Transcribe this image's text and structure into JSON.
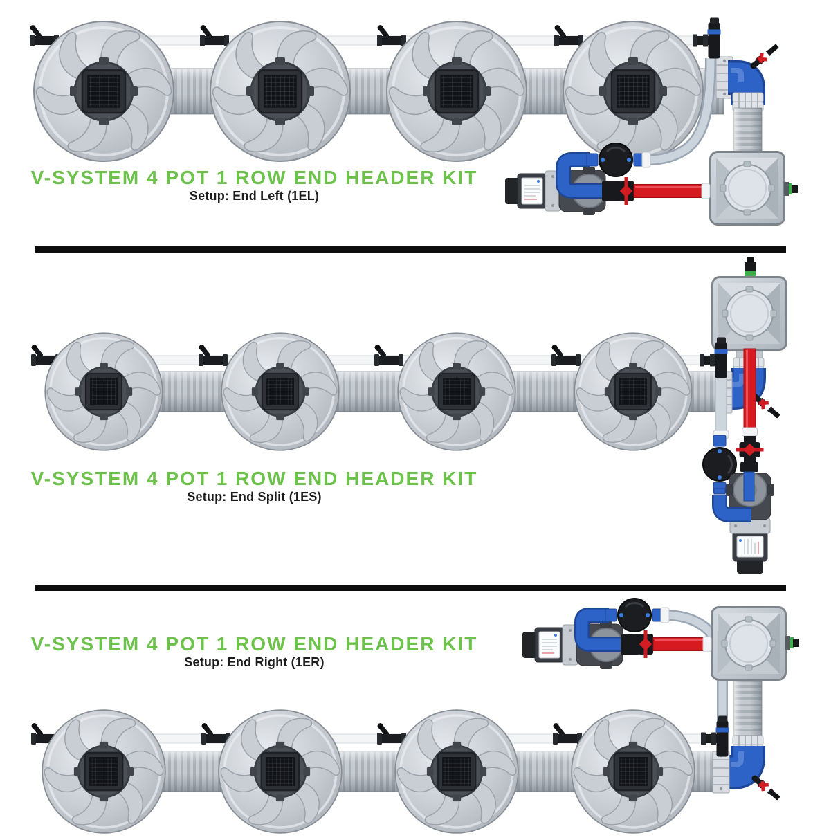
{
  "product": {
    "name": "V-SYSTEM 4 POT 1 ROW END HEADER KIT",
    "pot_count": 4,
    "row_count": 1,
    "kit_type": "END HEADER KIT"
  },
  "sections": [
    {
      "title": "V-SYSTEM 4 POT 1 ROW END HEADER KIT",
      "subtitle": "Setup: End Left (1EL)",
      "setup_name": "End Left",
      "setup_code": "1EL",
      "pots": 4,
      "header_assembly_position": "right, below manifold end"
    },
    {
      "title": "V-SYSTEM 4 POT 1 ROW END HEADER KIT",
      "subtitle": "Setup: End Split (1ES)",
      "setup_name": "End Split",
      "setup_code": "1ES",
      "pots": 4,
      "header_assembly_position": "right, reservoir above and pump below manifold end"
    },
    {
      "title": "V-SYSTEM 4 POT 1 ROW END HEADER KIT",
      "subtitle": "Setup: End Right (1ER)",
      "setup_name": "End Right",
      "setup_code": "1ER",
      "pots": 4,
      "header_assembly_position": "right, above manifold end"
    }
  ],
  "colors": {
    "background": "#ffffff",
    "accent_green": "#6cc24a",
    "pipe_blue": "#2d62c6",
    "pipe_red": "#d61a20",
    "hose_gray": "#cbd4dd",
    "divider_black": "#0d0d0d",
    "fitting_green": "#3cae4a"
  },
  "icons": [
    "grow-pot",
    "net-pot-grid",
    "manifold-pipe",
    "feed-line",
    "drip-fitting",
    "tee-fitting",
    "blue-elbow",
    "hose",
    "reservoir",
    "reservoir-lid",
    "ball-valve",
    "red-valve",
    "mini-drip-valve",
    "pump",
    "pump-controller",
    "section-divider"
  ]
}
